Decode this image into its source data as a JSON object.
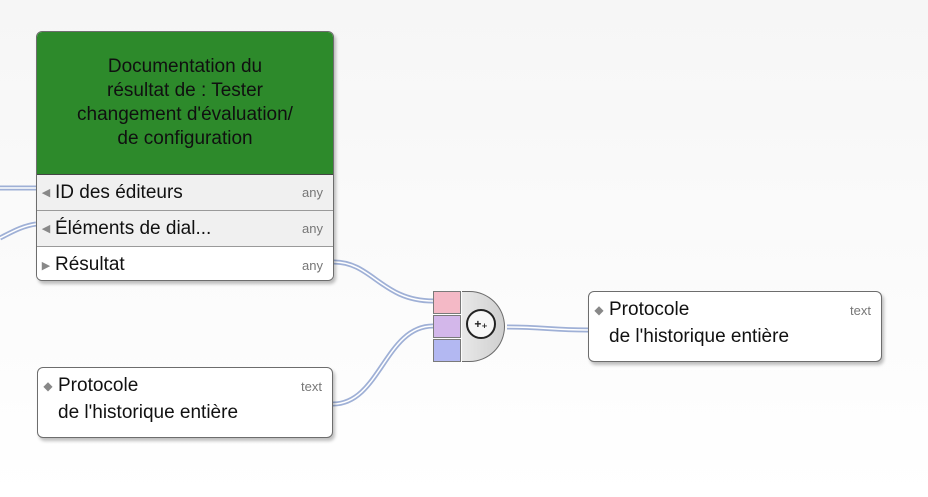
{
  "main_node": {
    "title": "Documentation du\nrésultat de : Tester\nchangement d'évaluation/\nde configuration",
    "header_color": "#2d8a2b",
    "ports": [
      {
        "label": "ID des éditeurs",
        "type": "any",
        "direction": "input"
      },
      {
        "label": "Éléments de dial...",
        "type": "any",
        "direction": "input"
      },
      {
        "label": "Résultat",
        "type": "any",
        "direction": "output"
      }
    ]
  },
  "left_text_node": {
    "label": "Protocole",
    "type": "text",
    "value": "de l'historique entière"
  },
  "right_text_node": {
    "label": "Protocole",
    "type": "text",
    "value": "de l'historique entière"
  },
  "operator": {
    "icon": "concatenate-icon",
    "glyph": "+₊",
    "port_colors": [
      "#f4b9c6",
      "#d3b7ea",
      "#b3b8f2"
    ]
  },
  "wire_color": "#8fa3cc"
}
